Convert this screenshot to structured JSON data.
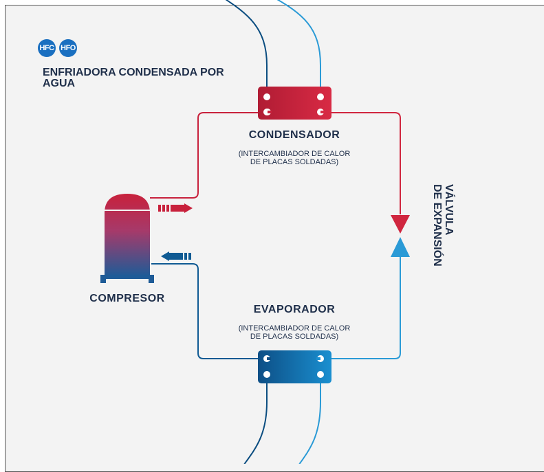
{
  "badges": [
    "HFC",
    "HFO"
  ],
  "title": "ENFRIADORA CONDENSADA POR AGUA",
  "condenser": {
    "name": "CONDENSADOR",
    "description": "(INTERCAMBIADOR DE CALOR\nDE PLACAS SOLDADAS)"
  },
  "evaporator": {
    "name": "EVAPORADOR",
    "description": "(INTERCAMBIADOR DE CALOR\nDE PLACAS SOLDADAS)"
  },
  "compressor": {
    "name": "COMPRESOR"
  },
  "valve": {
    "line1": "VÁLVULA",
    "line2": "DE EXPANSIÓN"
  },
  "colors": {
    "hot": "#c8213c",
    "cold": "#0f5a93",
    "water_dark": "#0b4d80",
    "water_light": "#2a9ad6",
    "text": "#1f2f4a",
    "badge": "#1a6fc0"
  }
}
